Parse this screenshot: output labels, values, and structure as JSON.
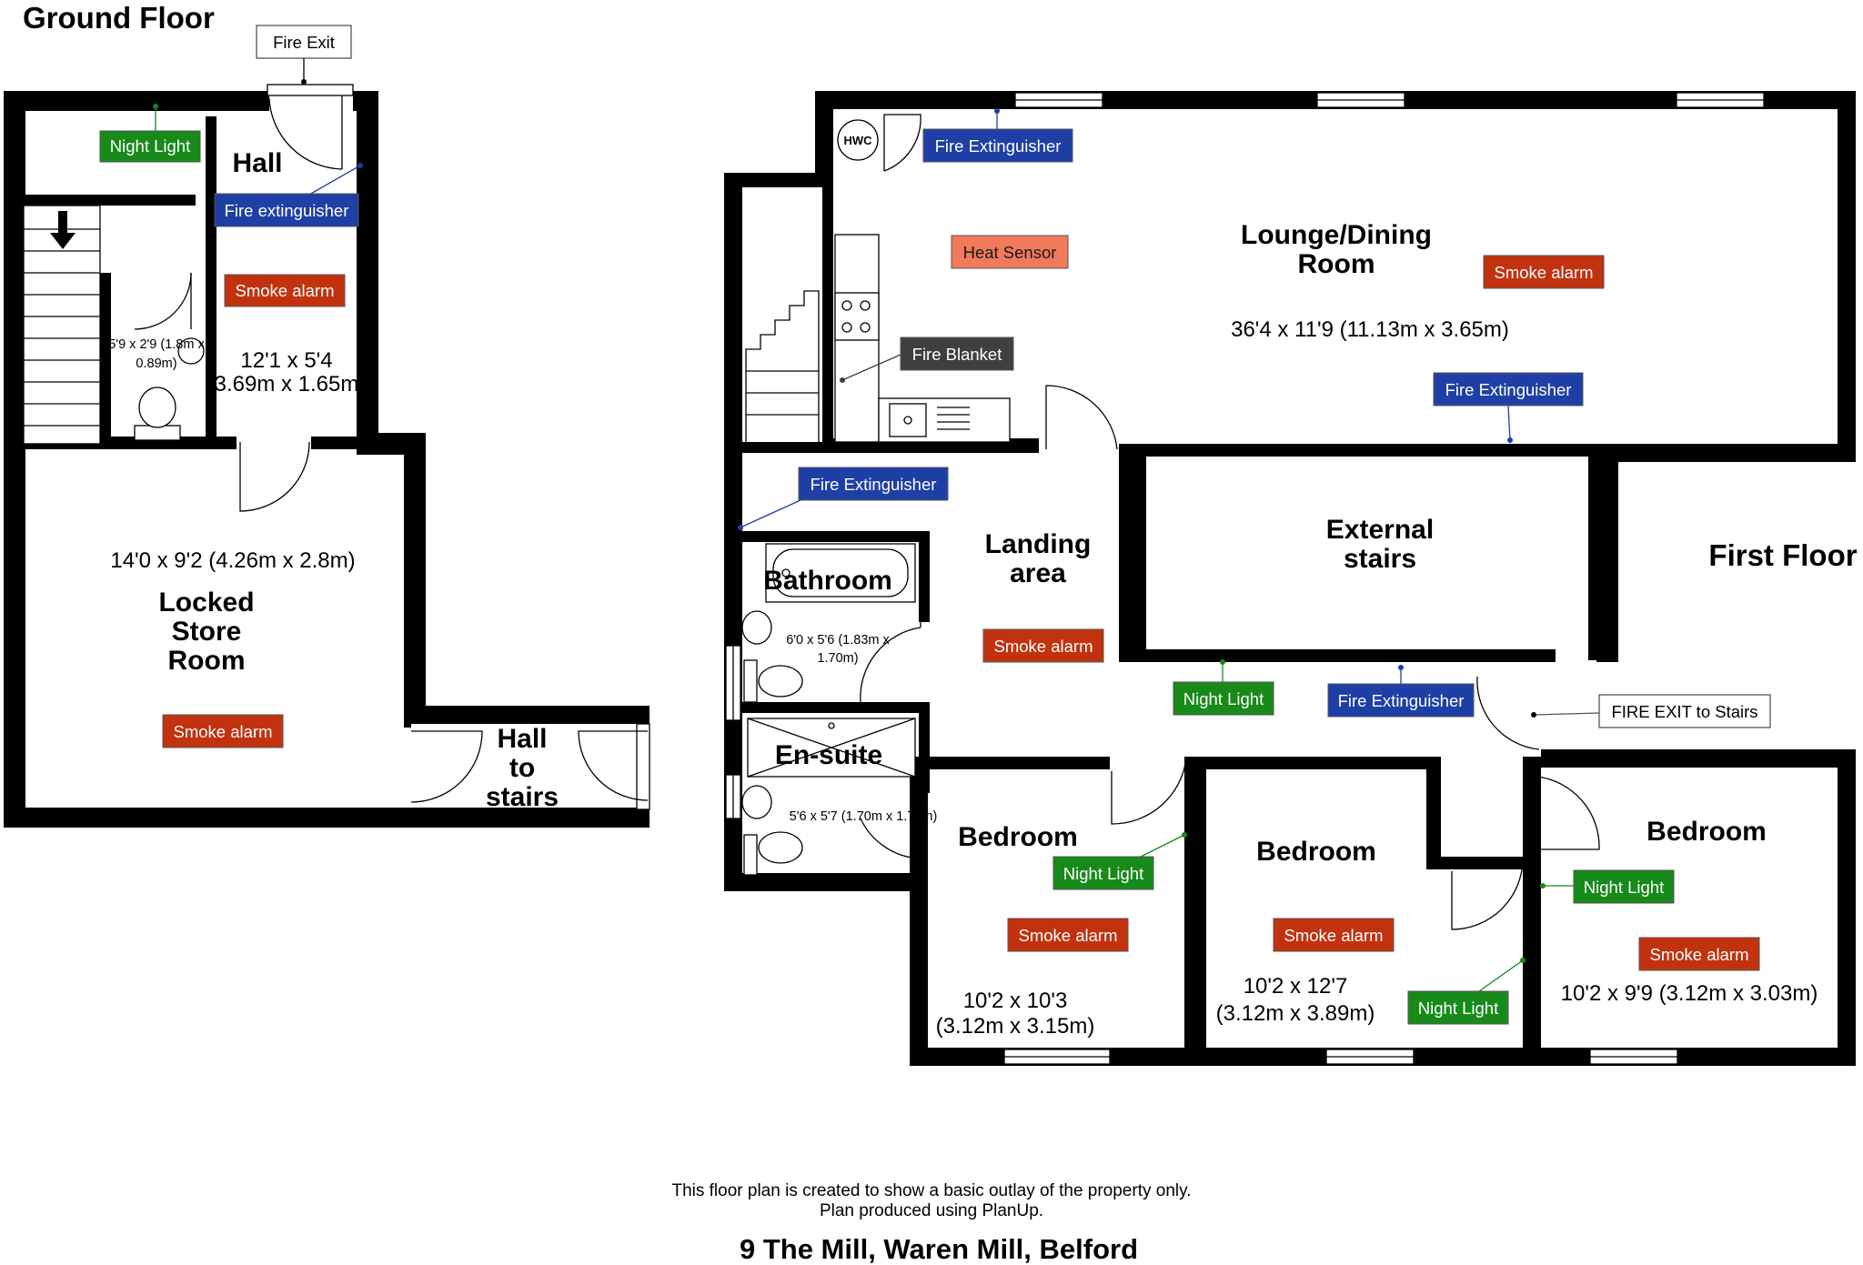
{
  "ground_floor": {
    "title": "Ground Floor",
    "rooms": {
      "hall": "Hall",
      "hall_dims_1": "12'1 x 5'4",
      "hall_dims_2": "(3.69m x 1.65m)",
      "wc_dims_1": "5'9 x 2'9 (1.8m x",
      "wc_dims_2": "0.89m)",
      "store_name_1": "Locked",
      "store_name_2": "Store",
      "store_name_3": "Room",
      "store_dims": "14'0 x 9'2 (4.26m x 2.8m)",
      "hall_to_stairs_1": "Hall",
      "hall_to_stairs_2": "to",
      "hall_to_stairs_3": "stairs"
    },
    "fire_exit": "Fire Exit",
    "tags": {
      "night_light": "Night Light",
      "fire_extinguisher": "Fire extinguisher",
      "smoke_alarm_hall": "Smoke alarm",
      "smoke_alarm_store": "Smoke alarm"
    }
  },
  "first_floor": {
    "title": "First Floor",
    "rooms": {
      "lounge_1": "Lounge/Dining",
      "lounge_2": "Room",
      "lounge_dims": "36'4 x 11'9 (11.13m x 3.65m)",
      "external_stairs_1": "External",
      "external_stairs_2": "stairs",
      "landing_1": "Landing",
      "landing_2": "area",
      "bathroom": "Bathroom",
      "bathroom_dims_1": "6'0 x 5'6 (1.83m x",
      "bathroom_dims_2": "1.70m)",
      "ensuite": "En-suite",
      "ensuite_dims": "5'6 x 5'7 (1.70m x 1.75m)",
      "bedroom1": "Bedroom",
      "bedroom1_dims_1": "10'2 x 10'3",
      "bedroom1_dims_2": "(3.12m x 3.15m)",
      "bedroom2": "Bedroom",
      "bedroom2_dims_1": "10'2 x 12'7",
      "bedroom2_dims_2": "(3.12m x 3.89m)",
      "bedroom3": "Bedroom",
      "bedroom3_dims": "10'2 x 9'9 (3.12m x 3.03m)",
      "hwc": "HWC"
    },
    "tags": {
      "fire_extinguisher_lounge_top": "Fire Extinguisher",
      "heat_sensor": "Heat Sensor",
      "smoke_alarm_lounge": "Smoke alarm",
      "fire_blanket": "Fire Blanket",
      "fire_extinguisher_lounge_bottom": "Fire Extinguisher",
      "fire_extinguisher_landing": "Fire Extinguisher",
      "smoke_alarm_landing": "Smoke alarm",
      "night_light_landing": "Night Light",
      "fire_extinguisher_exit": "Fire Extinguisher",
      "fire_exit_stairs": "FIRE EXIT to Stairs",
      "night_light_bed1": "Night Light",
      "smoke_alarm_bed1": "Smoke alarm",
      "smoke_alarm_bed2": "Smoke alarm",
      "night_light_bed2": "Night Light",
      "night_light_bed3": "Night Light",
      "smoke_alarm_bed3": "Smoke alarm"
    }
  },
  "footer": {
    "note_1": "This floor plan is created to show a basic outlay of the property only.",
    "note_2": "Plan produced using PlanUp.",
    "address": "9 The Mill, Waren Mill, Belford"
  },
  "colors": {
    "night_light": "#178a1a",
    "fire_extinguisher": "#1e3fa6",
    "smoke_alarm": "#c2320f",
    "heat_sensor": "#f07a5a",
    "fire_blanket": "#3f3f3f",
    "wall": "#000000"
  },
  "icons": {
    "stair_direction": "arrow-down-icon",
    "door_swing": "door-swing-icon",
    "window": "window-icon"
  }
}
